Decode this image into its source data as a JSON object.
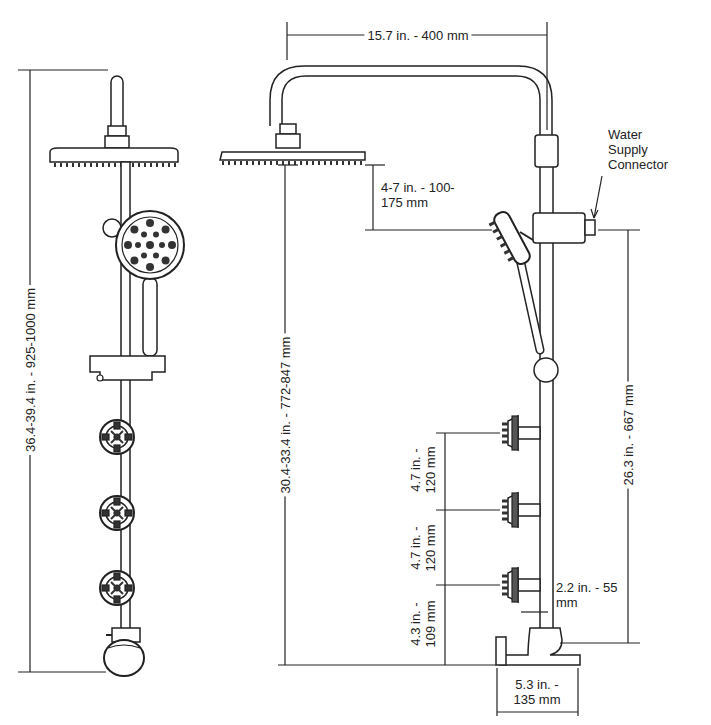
{
  "diagram": {
    "labels": [
      "15.7 in. - 400 mm",
      "Water Supply Connector",
      "4-7 in. - 100-175 mm",
      "36.4-39.4 in. - 925-1000 mm",
      "30.4-33.4 in. - 772-847 mm",
      "26.3 in. - 667 mm",
      "4.7 in. - 120 mm",
      "4.7 in. - 120 mm",
      "4.3 in. - 109 mm",
      "2.2 in. - 55 mm",
      "5.3 in. - 135 mm"
    ]
  }
}
